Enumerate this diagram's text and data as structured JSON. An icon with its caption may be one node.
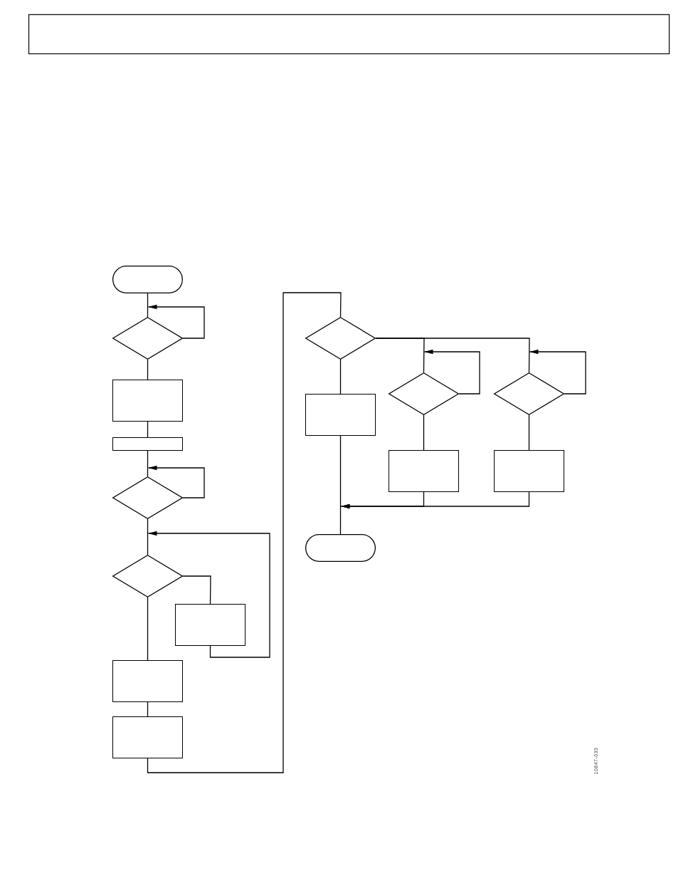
{
  "diagram": {
    "nodes": [
      {
        "text": [],
        "shape": "pill"
      },
      {
        "text": [],
        "shape": "diamond"
      },
      {
        "text": [],
        "shape": "box"
      },
      {
        "text": [],
        "shape": "box"
      },
      {
        "text": [],
        "shape": "diamond"
      },
      {
        "text": [],
        "shape": "diamond"
      },
      {
        "text": [],
        "shape": "box"
      },
      {
        "text": [],
        "shape": "box"
      },
      {
        "text": [],
        "shape": "box"
      },
      {
        "text": [],
        "shape": "diamond"
      },
      {
        "text": [],
        "shape": "box"
      },
      {
        "text": [],
        "shape": "diamond"
      },
      {
        "text": [],
        "shape": "box"
      },
      {
        "text": [],
        "shape": "diamond"
      },
      {
        "text": [],
        "shape": "box"
      },
      {
        "text": [],
        "shape": "pill"
      }
    ],
    "edges": [
      {
        "from": 0,
        "to": 1,
        "arrow": "none"
      },
      {
        "from": 1,
        "to": 1,
        "arrow": "to"
      },
      {
        "from": 1,
        "to": 2,
        "arrow": "none"
      },
      {
        "from": 2,
        "to": 3,
        "arrow": "none"
      },
      {
        "from": 3,
        "to": 4,
        "arrow": "none"
      },
      {
        "from": 4,
        "to": 4,
        "arrow": "to"
      },
      {
        "from": 4,
        "to": 5,
        "arrow": "none"
      },
      {
        "from": 5,
        "to": 6,
        "arrow": "none"
      },
      {
        "from": 6,
        "to": 5,
        "arrow": "to"
      },
      {
        "from": 5,
        "to": 7,
        "arrow": "none"
      },
      {
        "from": 7,
        "to": 8,
        "arrow": "none"
      },
      {
        "from": 8,
        "to": 9,
        "arrow": "none"
      },
      {
        "from": 9,
        "to": 10,
        "arrow": "none"
      },
      {
        "from": 9,
        "to": 11,
        "arrow": "none"
      },
      {
        "from": 9,
        "to": 13,
        "arrow": "none"
      },
      {
        "from": 11,
        "to": 11,
        "arrow": "to"
      },
      {
        "from": 13,
        "to": 13,
        "arrow": "to"
      },
      {
        "from": 11,
        "to": 12,
        "arrow": "none"
      },
      {
        "from": 13,
        "to": 14,
        "arrow": "none"
      },
      {
        "from": 10,
        "to": 15,
        "arrow": "none"
      },
      {
        "from": 12,
        "to": 15,
        "arrow": "to"
      },
      {
        "from": 14,
        "to": 15,
        "arrow": "to"
      }
    ],
    "labels": [
      "10847-033"
    ]
  }
}
